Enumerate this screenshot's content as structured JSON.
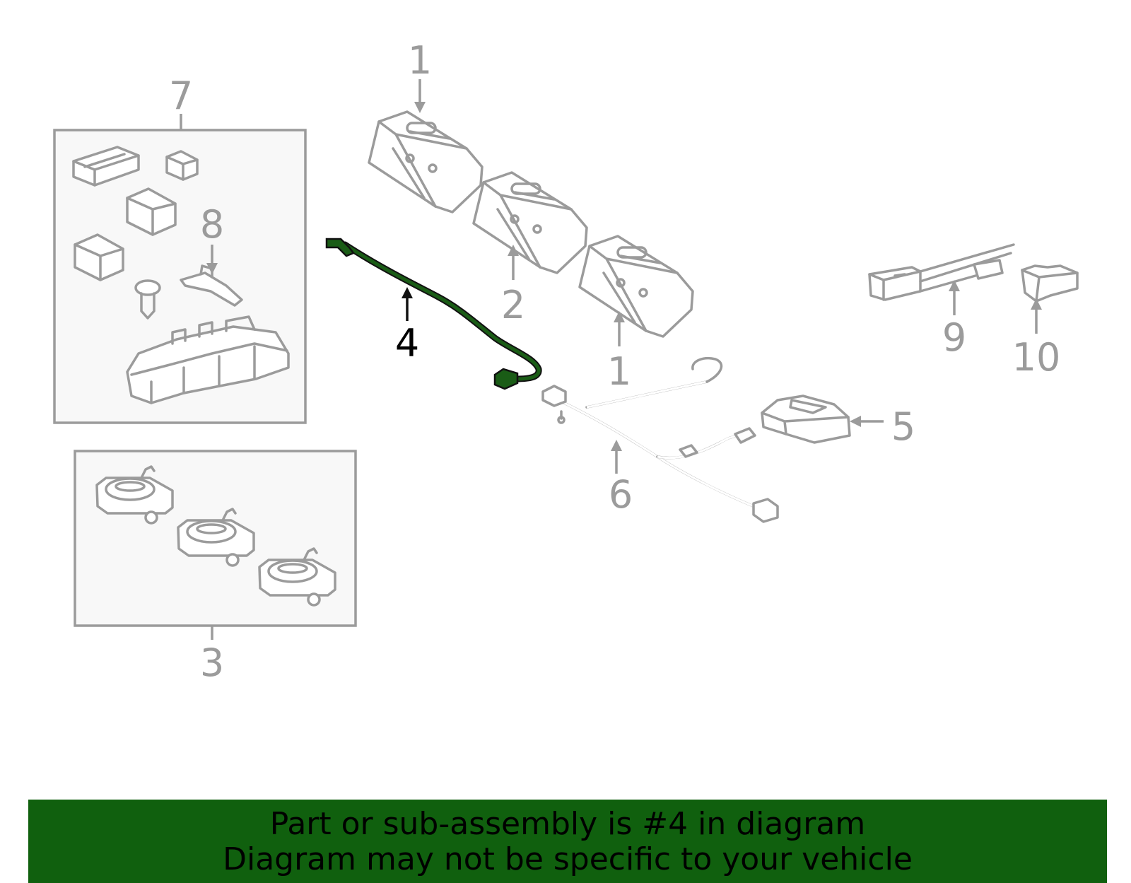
{
  "callouts": {
    "label_1_top": "1",
    "label_2": "2",
    "label_1_lower": "1",
    "label_7": "7",
    "label_8": "8",
    "label_4": "4",
    "label_9": "9",
    "label_10": "10",
    "label_5": "5",
    "label_6": "6",
    "label_3": "3"
  },
  "banner": {
    "line1": "Part or sub-assembly is #4 in diagram",
    "line2": "Diagram may not be specific to your vehicle"
  },
  "colors": {
    "banner_bg": "#10600e",
    "line_gray": "#9b9b9b",
    "highlight_part": "#1a5c16"
  }
}
